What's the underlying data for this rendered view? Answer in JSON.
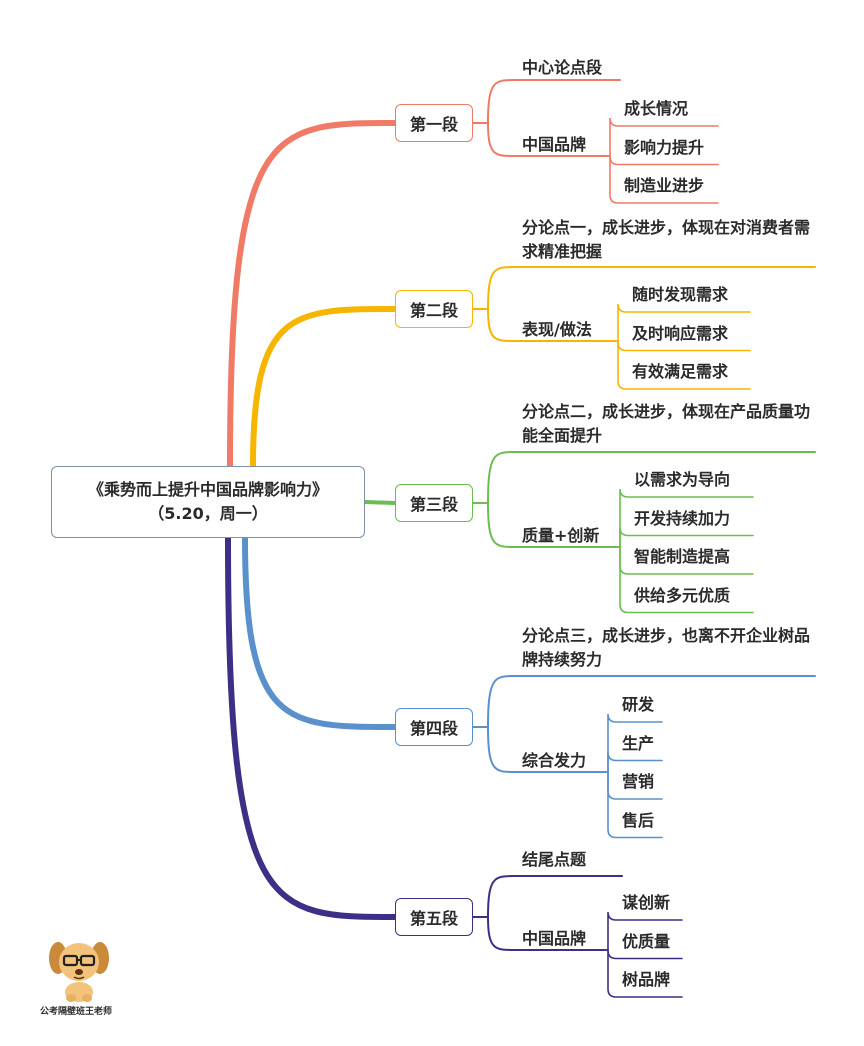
{
  "root": {
    "title": "《乘势而上提升中国品牌影响力》",
    "subtitle": "（5.20，周一）"
  },
  "branches": [
    {
      "label": "第一段",
      "color": "#f07a66",
      "point": "中心论点段",
      "group": "中国品牌",
      "leaves": [
        "成长情况",
        "影响力提升",
        "制造业进步"
      ]
    },
    {
      "label": "第二段",
      "color": "#f6b500",
      "point": "分论点一，成长进步，体现在对消费者需求精准把握",
      "group": "表现/做法",
      "leaves": [
        "随时发现需求",
        "及时响应需求",
        "有效满足需求"
      ]
    },
    {
      "label": "第三段",
      "color": "#6cbd4f",
      "point": "分论点二，成长进步，体现在产品质量功能全面提升",
      "group": "质量+创新",
      "leaves": [
        "以需求为导向",
        "开发持续加力",
        "智能制造提高",
        "供给多元优质"
      ]
    },
    {
      "label": "第四段",
      "color": "#5a90cc",
      "point": "分论点三，成长进步，也离不开企业树品牌持续努力",
      "group": "综合发力",
      "leaves": [
        "研发",
        "生产",
        "营销",
        "售后"
      ]
    },
    {
      "label": "第五段",
      "color": "#3b2f86",
      "point": "结尾点题",
      "group": "中国品牌",
      "leaves": [
        "谋创新",
        "优质量",
        "树品牌"
      ]
    }
  ],
  "watermark": {
    "text": "公考隔壁班王老师",
    "icon": "dog-mascot-icon"
  }
}
